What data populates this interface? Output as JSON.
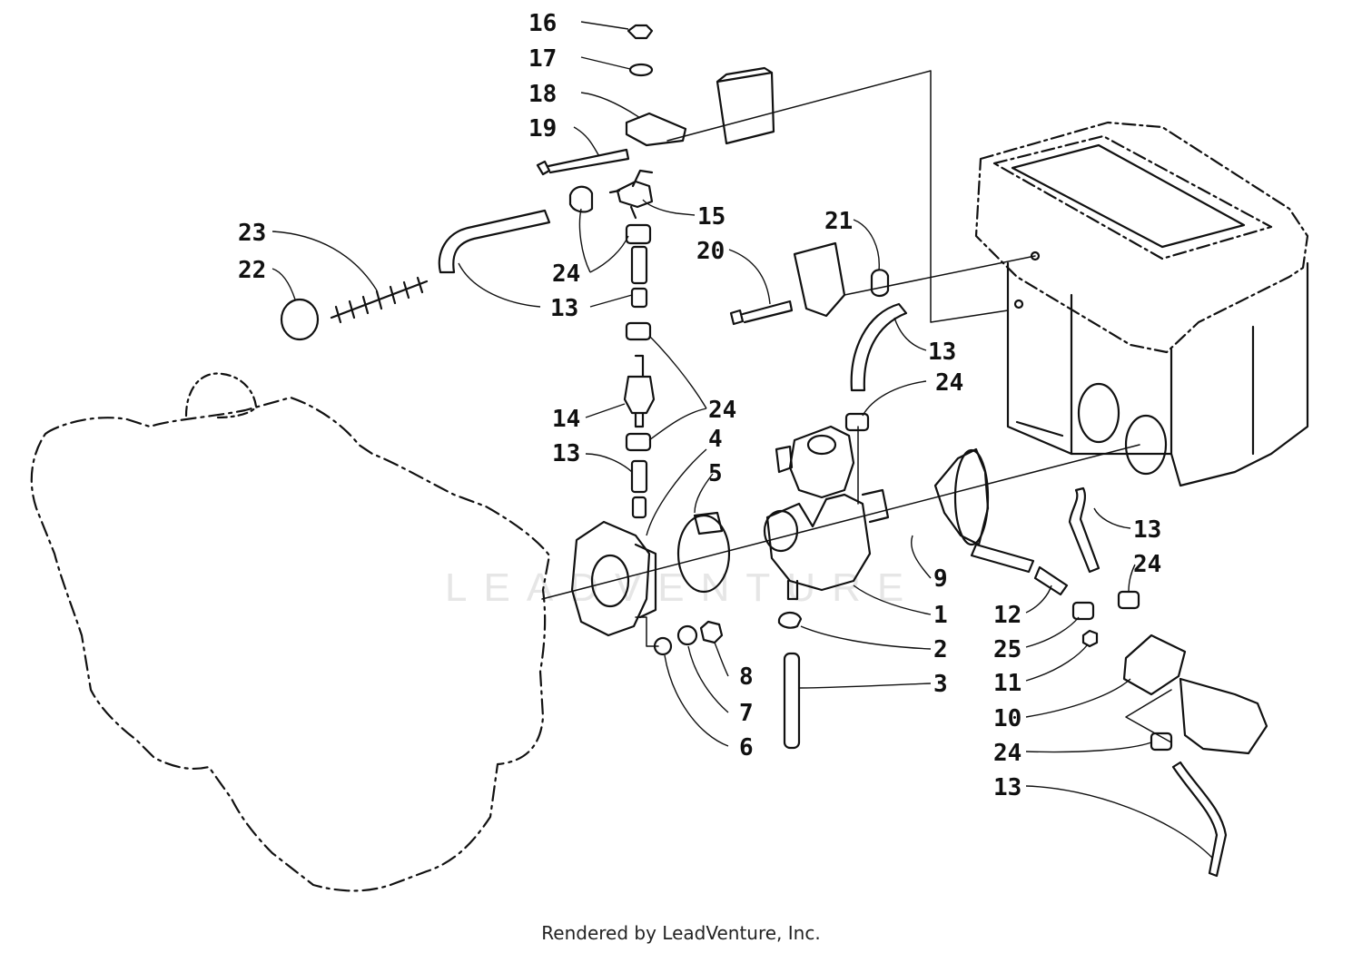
{
  "watermark": "LEADVENTURE",
  "footer": "Rendered by LeadVenture, Inc.",
  "callouts": [
    {
      "id": "c16",
      "text": "16"
    },
    {
      "id": "c17",
      "text": "17"
    },
    {
      "id": "c18",
      "text": "18"
    },
    {
      "id": "c19",
      "text": "19"
    },
    {
      "id": "c15",
      "text": "15"
    },
    {
      "id": "c23",
      "text": "23"
    },
    {
      "id": "c22",
      "text": "22"
    },
    {
      "id": "c24a",
      "text": "24"
    },
    {
      "id": "c13a",
      "text": "13"
    },
    {
      "id": "c21",
      "text": "21"
    },
    {
      "id": "c20",
      "text": "20"
    },
    {
      "id": "c13b",
      "text": "13"
    },
    {
      "id": "c24b",
      "text": "24"
    },
    {
      "id": "c24c",
      "text": "24"
    },
    {
      "id": "c14",
      "text": "14"
    },
    {
      "id": "c4",
      "text": "4"
    },
    {
      "id": "c13c",
      "text": "13"
    },
    {
      "id": "c5",
      "text": "5"
    },
    {
      "id": "c13d",
      "text": "13"
    },
    {
      "id": "c24d",
      "text": "24"
    },
    {
      "id": "c9",
      "text": "9"
    },
    {
      "id": "c12",
      "text": "12"
    },
    {
      "id": "c1",
      "text": "1"
    },
    {
      "id": "c25",
      "text": "25"
    },
    {
      "id": "c2",
      "text": "2"
    },
    {
      "id": "c11",
      "text": "11"
    },
    {
      "id": "c8",
      "text": "8"
    },
    {
      "id": "c3",
      "text": "3"
    },
    {
      "id": "c7",
      "text": "7"
    },
    {
      "id": "c10",
      "text": "10"
    },
    {
      "id": "c6",
      "text": "6"
    },
    {
      "id": "c24e",
      "text": "24"
    },
    {
      "id": "c13e",
      "text": "13"
    }
  ]
}
